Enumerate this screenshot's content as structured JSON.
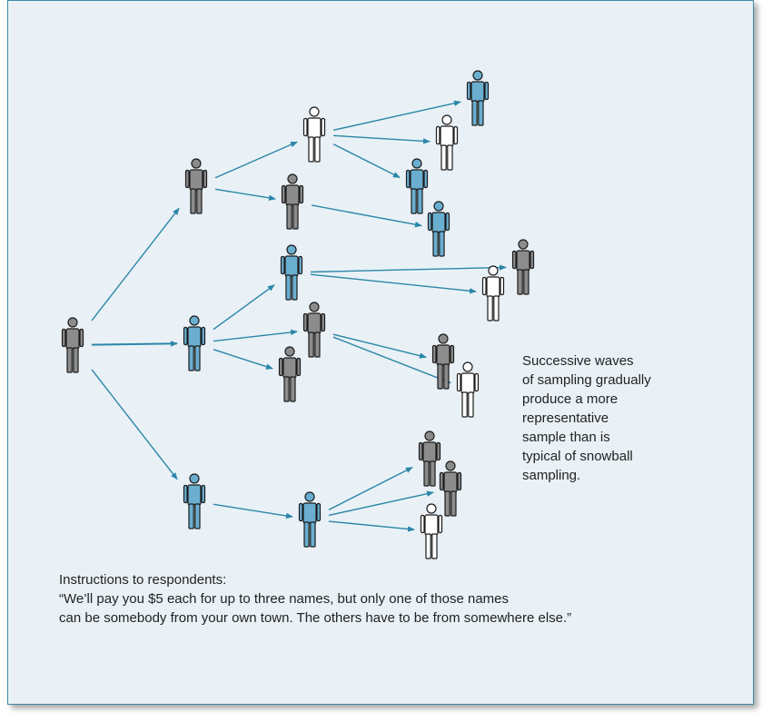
{
  "colors": {
    "panel_background": "#e9f1f6",
    "panel_border": "#3f8aa6",
    "arrow": "#2b86a8",
    "person_gray": "#8c8c8c",
    "person_blue": "#6aaed0",
    "person_white": "#ffffff",
    "person_outline": "#1b1b1b"
  },
  "legend_text": {
    "lines": [
      "Successive waves",
      "of sampling gradually",
      "produce a more",
      "representative",
      "sample than is",
      "typical of snowball",
      "sampling."
    ]
  },
  "instructions": {
    "lines": [
      "Instructions to respondents:",
      "“We’ll pay you $5 each for up to three names, but only one of those names",
      "can be somebody from your own town. The others have to be from somewhere else.”"
    ]
  },
  "network": {
    "people": [
      {
        "id": "root",
        "color": "gray"
      },
      {
        "id": "w1a",
        "color": "gray"
      },
      {
        "id": "w1b",
        "color": "blue"
      },
      {
        "id": "w1c",
        "color": "blue"
      },
      {
        "id": "w2a",
        "color": "white"
      },
      {
        "id": "w2b",
        "color": "gray"
      },
      {
        "id": "w2c",
        "color": "blue"
      },
      {
        "id": "w2d",
        "color": "gray"
      },
      {
        "id": "w2e",
        "color": "gray"
      },
      {
        "id": "w2f",
        "color": "blue"
      },
      {
        "id": "w3a",
        "color": "blue"
      },
      {
        "id": "w3b",
        "color": "white"
      },
      {
        "id": "w3c",
        "color": "blue"
      },
      {
        "id": "w3d",
        "color": "blue"
      },
      {
        "id": "w3e",
        "color": "gray"
      },
      {
        "id": "w3f",
        "color": "white"
      },
      {
        "id": "w3g",
        "color": "gray"
      },
      {
        "id": "w3h",
        "color": "white"
      },
      {
        "id": "w3i",
        "color": "gray"
      },
      {
        "id": "w3j",
        "color": "gray"
      },
      {
        "id": "w3k",
        "color": "white"
      }
    ],
    "links": [
      [
        "root",
        "w1a"
      ],
      [
        "root",
        "w1b"
      ],
      [
        "root",
        "w1c"
      ],
      [
        "w1a",
        "w2a"
      ],
      [
        "w1a",
        "w2b"
      ],
      [
        "w1b",
        "w2c"
      ],
      [
        "w1b",
        "w2d"
      ],
      [
        "w1b",
        "w2e"
      ],
      [
        "w1c",
        "w2f"
      ],
      [
        "w2a",
        "w3a"
      ],
      [
        "w2a",
        "w3b"
      ],
      [
        "w2a",
        "w3c"
      ],
      [
        "w2b",
        "w3d"
      ],
      [
        "w2c",
        "w3e"
      ],
      [
        "w2c",
        "w3f"
      ],
      [
        "w2d",
        "w3g"
      ],
      [
        "w2d",
        "w3h"
      ],
      [
        "w2f",
        "w3i"
      ],
      [
        "w2f",
        "w3j"
      ],
      [
        "w2f",
        "w3k"
      ]
    ]
  }
}
